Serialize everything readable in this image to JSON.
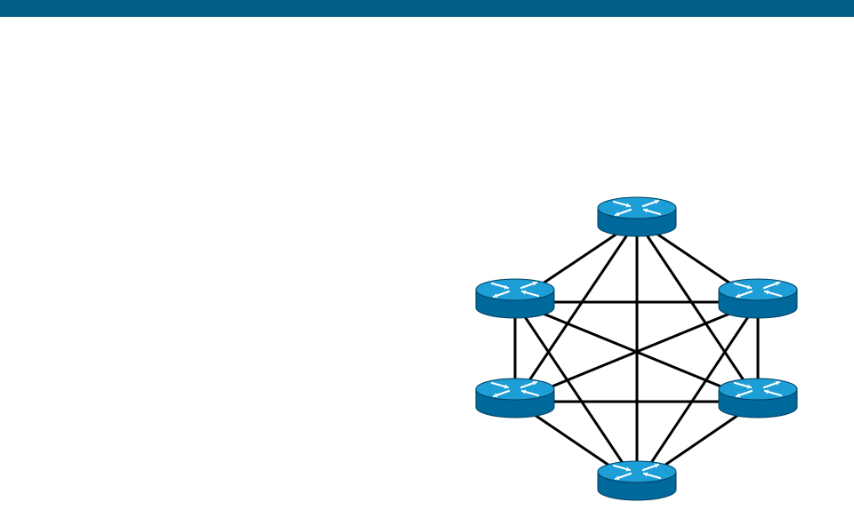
{
  "colors": {
    "header_bar": "#005e85",
    "link": "#000000",
    "router_top": "#1e9ed6",
    "router_body": "#00699c",
    "router_edge": "#003f5f",
    "router_arrows": "#ffffff"
  },
  "icons": {
    "router": "router-icon"
  },
  "topology": {
    "type": "full-mesh",
    "nodes": [
      {
        "id": "r1",
        "position": "top"
      },
      {
        "id": "r2",
        "position": "upper-left"
      },
      {
        "id": "r3",
        "position": "upper-right"
      },
      {
        "id": "r4",
        "position": "lower-left"
      },
      {
        "id": "r5",
        "position": "lower-right"
      },
      {
        "id": "r6",
        "position": "bottom"
      }
    ],
    "links": [
      [
        "r1",
        "r2"
      ],
      [
        "r1",
        "r3"
      ],
      [
        "r1",
        "r4"
      ],
      [
        "r1",
        "r5"
      ],
      [
        "r1",
        "r6"
      ],
      [
        "r2",
        "r3"
      ],
      [
        "r2",
        "r4"
      ],
      [
        "r2",
        "r5"
      ],
      [
        "r2",
        "r6"
      ],
      [
        "r3",
        "r4"
      ],
      [
        "r3",
        "r5"
      ],
      [
        "r3",
        "r6"
      ],
      [
        "r4",
        "r5"
      ],
      [
        "r4",
        "r6"
      ],
      [
        "r5",
        "r6"
      ]
    ]
  }
}
